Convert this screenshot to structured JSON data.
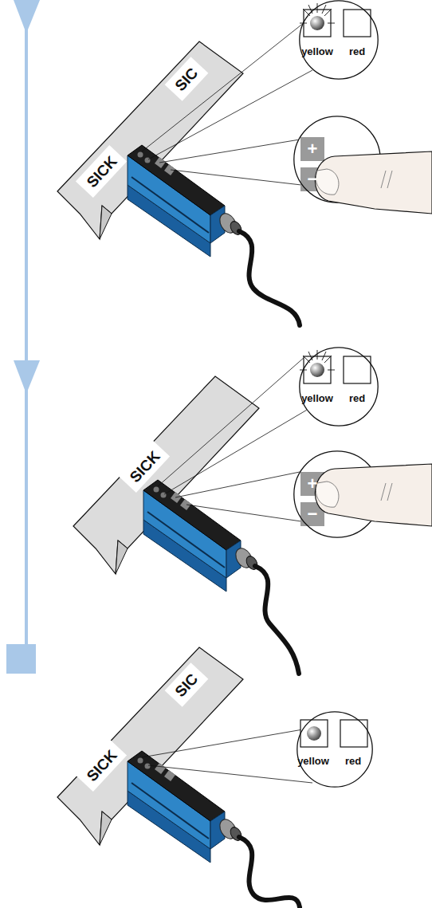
{
  "diagram": {
    "nodes": [
      {
        "text": [
          "yellow",
          "red"
        ]
      },
      {
        "text": [
          "+",
          "−"
        ]
      },
      {
        "text": [
          "yellow",
          "red"
        ]
      },
      {
        "text": [
          "+",
          "−"
        ]
      },
      {
        "text": [
          "yellow",
          "red"
        ]
      }
    ],
    "labels": [
      "SIC",
      "SICK",
      "SICK",
      "SIC",
      "SICK"
    ]
  }
}
